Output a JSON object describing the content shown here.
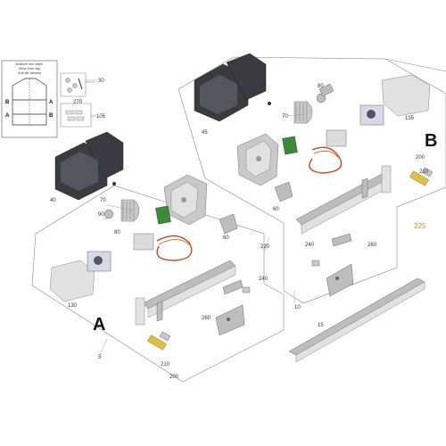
{
  "inset": {
    "lines": [
      "Ansicht von oben",
      "View from top",
      "Vue de dessus"
    ],
    "left_a": "A",
    "left_b": "B",
    "right_a": "A",
    "right_b": "B"
  },
  "assembly_a_label": "A",
  "assembly_b_label": "B",
  "part_labels": {
    "p30": "30",
    "p270": "270",
    "p105": "105",
    "p80_top": "80",
    "p70_top": "70",
    "p45": "45",
    "p135": "135",
    "p40": "40",
    "p70_left": "70",
    "p90": "90",
    "p80_left": "80",
    "p60_left": "60",
    "p60_top": "60",
    "p200_right": "200",
    "p210_right": "210",
    "p225": "225",
    "p240_right": "240",
    "p260_right": "260",
    "p220": "220",
    "p240_left": "240",
    "p260_left": "260",
    "p130": "130",
    "p10": "10",
    "p15": "15",
    "p5": "5",
    "p210_left": "210",
    "p200_left": "200"
  },
  "colors": {
    "highlight": "#e08a1a",
    "cover": "#3a3a40",
    "board": "#3c8a3c",
    "cable": "#d04020"
  }
}
